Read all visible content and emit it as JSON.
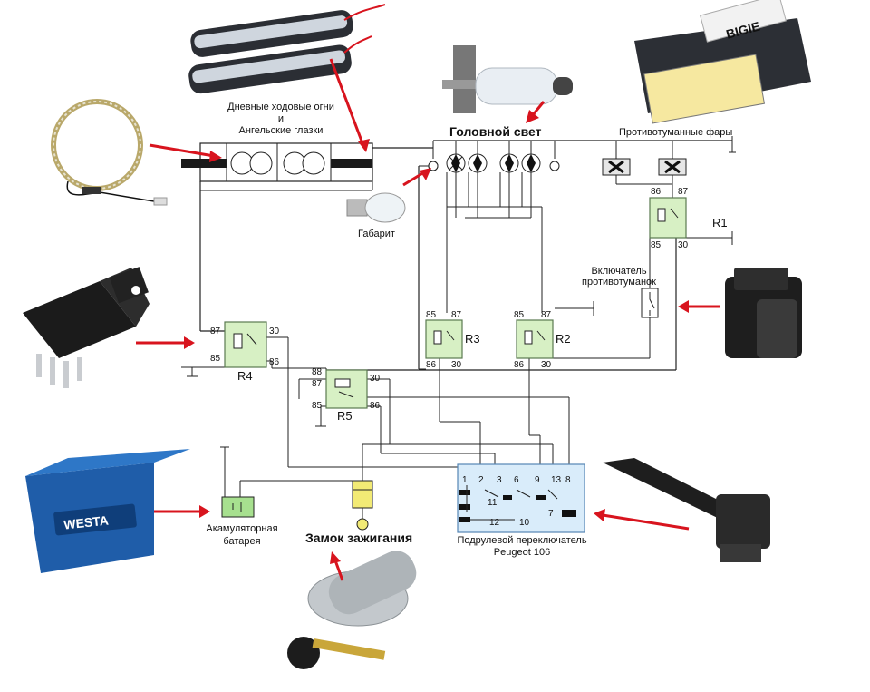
{
  "labels": {
    "drl_line1": "Дневные ходовые огни",
    "drl_line2": "и",
    "drl_line3": "Ангельские глазки",
    "headlight": "Головной свет",
    "fog_lights": "Противотуманные фары",
    "parking": "Габарит",
    "fog_switch_line1": "Включатель",
    "fog_switch_line2": "противотуманок",
    "battery_line1": "Акамуляторная",
    "battery_line2": "батарея",
    "ignition": "Замок зажигания",
    "column_switch_line1": "Подрулевой переключатель",
    "column_switch_line2": "Peugeot 106",
    "fog_brand": "BIGIE",
    "battery_brand": "WESTA"
  },
  "relays": {
    "r1": {
      "name": "R1",
      "p86": "86",
      "p87": "87",
      "p85": "85",
      "p30": "30"
    },
    "r2": {
      "name": "R2",
      "p85": "85",
      "p87": "87",
      "p86": "86",
      "p30": "30"
    },
    "r3": {
      "name": "R3",
      "p85": "85",
      "p87": "87",
      "p86": "86",
      "p30": "30"
    },
    "r4": {
      "name": "R4",
      "p87": "87",
      "p30": "30",
      "p85": "85",
      "p86": "86"
    },
    "r5": {
      "name": "R5",
      "p88": "88",
      "p87": "87",
      "p30": "30",
      "p85": "85",
      "p86": "86"
    }
  },
  "column_switch_pins": {
    "p1": "1",
    "p2": "2",
    "p3": "3",
    "p6": "6",
    "p9": "9",
    "p13": "13",
    "p8": "8",
    "p11": "11",
    "p12": "12",
    "p10": "10",
    "p7": "7"
  },
  "colors": {
    "arrow": "#d8141e",
    "relay_fill": "#d7f0c4",
    "switch_fill": "#d9ecfa"
  }
}
